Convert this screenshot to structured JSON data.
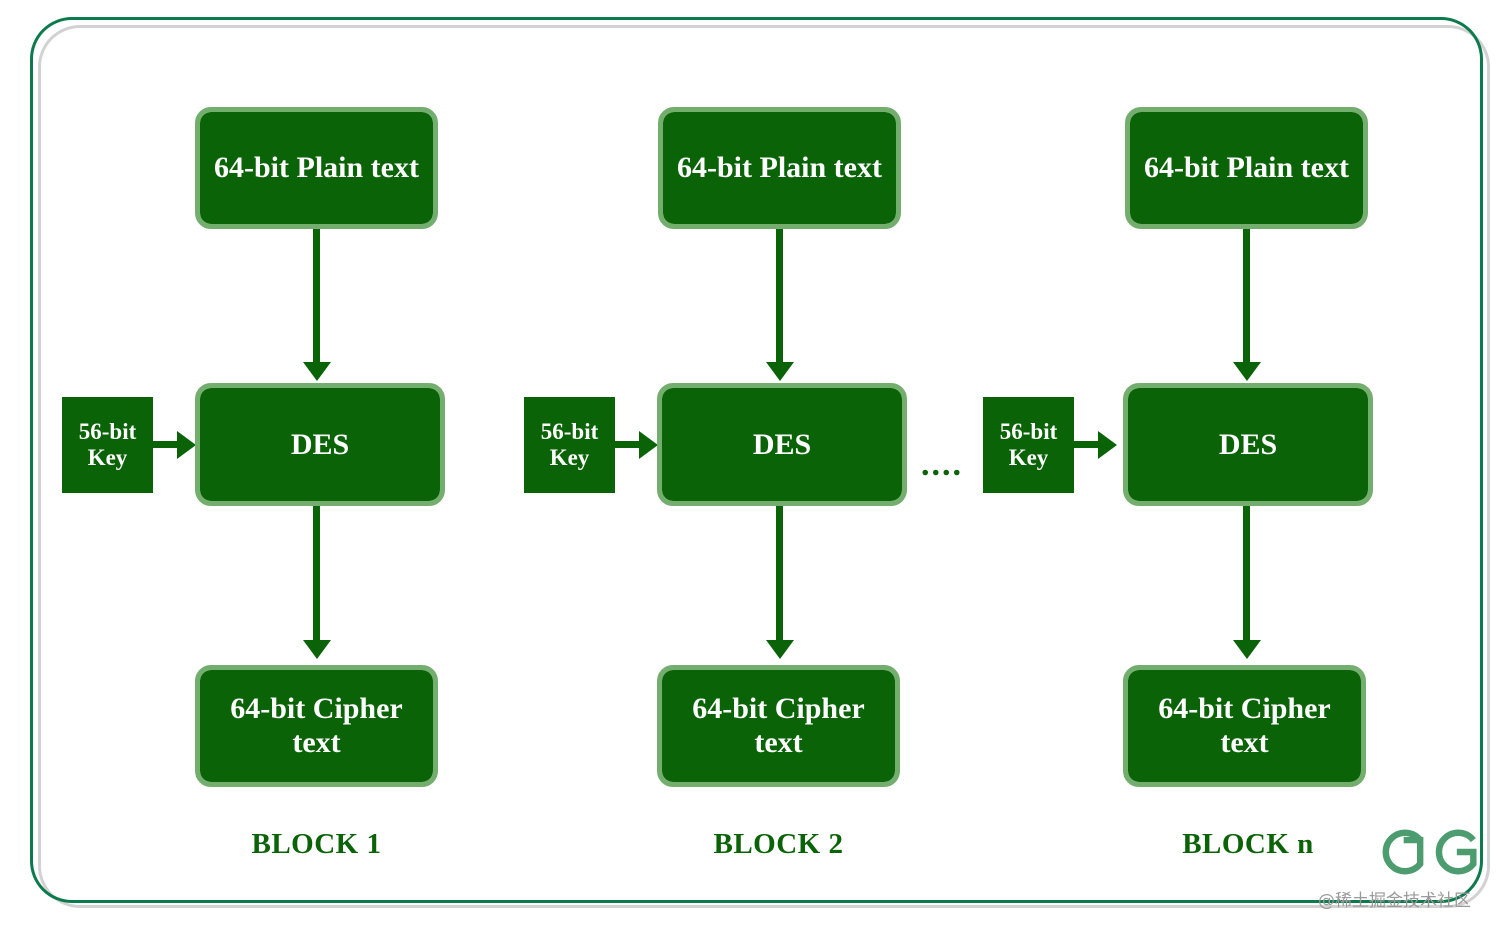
{
  "diagram": {
    "title": "DES block encryption - ECB style per-block diagram",
    "colors": {
      "box_fill": "#0b6308",
      "box_border": "#74ae6e",
      "frame_border": "#0d7a4d",
      "frame_shadow": "#d2d2d2",
      "label_text": "#0b6308",
      "box_text": "#ffffff",
      "watermark_text": "#9a9a9a"
    },
    "ellipsis": "....",
    "blocks": [
      {
        "id": "block-1",
        "caption": "BLOCK 1",
        "plain_text": "64-bit Plain text",
        "key": "56-bit Key",
        "cipher_engine": "DES",
        "cipher_text": "64-bit Cipher text"
      },
      {
        "id": "block-2",
        "caption": "BLOCK 2",
        "plain_text": "64-bit Plain text",
        "key": "56-bit Key",
        "cipher_engine": "DES",
        "cipher_text": "64-bit Cipher text"
      },
      {
        "id": "block-n",
        "caption": "BLOCK n",
        "plain_text": "64-bit Plain text",
        "key": "56-bit Key",
        "cipher_engine": "DES",
        "cipher_text": "64-bit Cipher text"
      }
    ]
  },
  "watermark": {
    "logo": "geeksforgeeks-gg-logo",
    "text": "@稀土掘金技术社区"
  }
}
